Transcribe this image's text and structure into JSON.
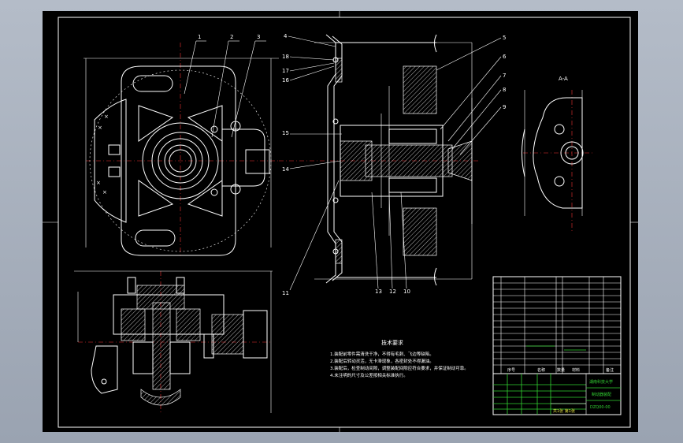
{
  "drawing": {
    "part_labels": [
      "1",
      "2",
      "3",
      "4",
      "18",
      "17",
      "16",
      "15",
      "14",
      "13",
      "12",
      "11",
      "10",
      "5",
      "6",
      "7",
      "8",
      "9"
    ],
    "section_label": "A-A",
    "tech_notes_title": "技术要求",
    "tech_notes": [
      "1.装配前零件需清洗干净，不得有毛刺、飞边等缺陷。",
      "2.装配后转动灵活，无卡滞现象，各密封处不得漏油。",
      "3.装配后，检查制动间隙，调整装配间隙应符合要求，并保证制动可靠。",
      "4.未注明的尺寸及公差按相关标准执行。"
    ],
    "title_block": {
      "school": "湖南科技大学",
      "drawing_name": "制动器装配",
      "drawing_no": "DZQ00-00",
      "sheet": "共1张 第1张",
      "header_cols": [
        "序号",
        "名称",
        "数量",
        "材料",
        "备注"
      ]
    }
  },
  "colors": {
    "sheet": "#000000",
    "line": "#ffffff",
    "title_green": "#32d232",
    "center": "#e33333"
  }
}
